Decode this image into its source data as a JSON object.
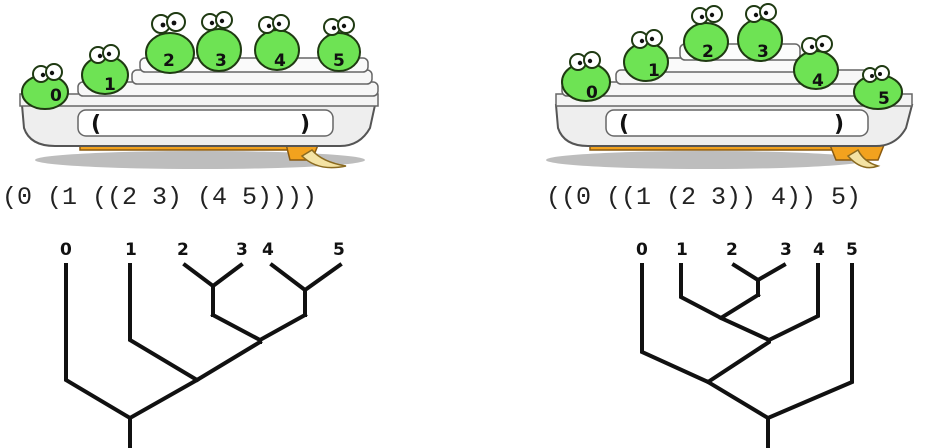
{
  "colors": {
    "frog": "#6ee354",
    "frog_outline": "#1f3a12",
    "hull": "#eeeeee",
    "hull_outline": "#555555",
    "keel": "#f2a21e",
    "propeller": "#f4e3a4",
    "shadow": "#bdbdbd",
    "ink": "#111111"
  },
  "boat_parens": [
    "(",
    ")"
  ],
  "left": {
    "expression": "(0 (1 ((2 3) (4 5))))",
    "frogs": [
      "0",
      "1",
      "2",
      "3",
      "4",
      "5"
    ],
    "tree_leaves": [
      "0",
      "1",
      "2",
      "3",
      "4",
      "5"
    ]
  },
  "right": {
    "expression": "((0 ((1 (2 3)) 4)) 5)",
    "frogs": [
      "0",
      "1",
      "2",
      "3",
      "4",
      "5"
    ],
    "tree_leaves": [
      "0",
      "1",
      "2",
      "3",
      "4",
      "5"
    ]
  }
}
